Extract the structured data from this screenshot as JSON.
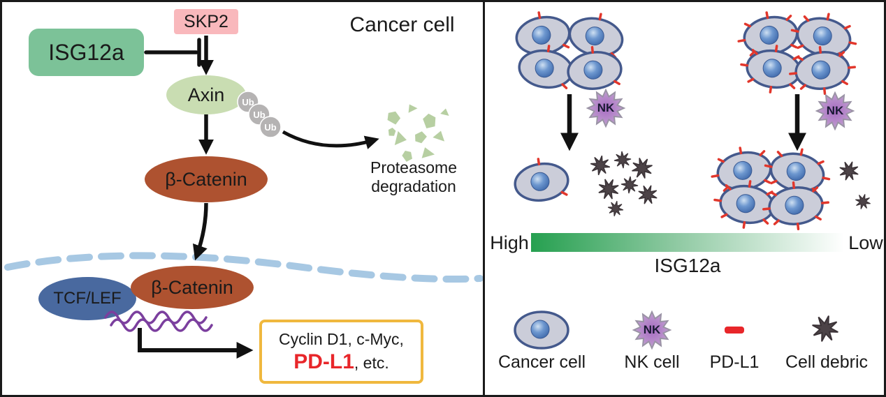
{
  "left_panel": {
    "title": "Cancer cell",
    "isg12a": "ISG12a",
    "skp2": "SKP2",
    "axin": "Axin",
    "ub": "Ub",
    "proteasome": "Proteasome degradation",
    "beta_catenin_cytoplasm": "β-Catenin",
    "beta_catenin_nucleus": "β-Catenin",
    "tcf_lef": "TCF/LEF",
    "target_genes": {
      "line1": "Cyclin D1, c-Myc,",
      "pdl1": "PD-L1",
      "etc": ", etc."
    }
  },
  "right_panel": {
    "nk": "NK",
    "gradient": {
      "left_label": "High",
      "right_label": "Low",
      "axis_label": "ISG12a"
    },
    "legend": [
      {
        "label": "Cancer cell",
        "icon": "cancer-cell-icon"
      },
      {
        "label": "NK cell",
        "icon": "nk-cell-icon"
      },
      {
        "label": "PD-L1",
        "icon": "pdl1-dash-icon"
      },
      {
        "label": "Cell debric",
        "icon": "debris-icon"
      }
    ]
  },
  "colors": {
    "isg12a_box": "#7cc298",
    "skp2_box": "#f9b8bc",
    "axin_ellipse": "#c9ddb2",
    "ubiquitin_gray": "#b5b3b3",
    "beta_catenin": "#ae5230",
    "tcf_lef_blue": "#49699f",
    "membrane_dash": "#a7c8e3",
    "dna_purple": "#7b3f9e",
    "target_box_border": "#f0b83e",
    "pdl1_red": "#e8262a",
    "proteasome_debris_green": "#b7cfa2",
    "gradient_green": "#26a050",
    "nk_purple": "#b687c8",
    "cell_body": "#cbcdd9",
    "cell_border": "#44598c",
    "nucleus_blue": "#4f7fc0",
    "debris_dark": "#4c4347"
  }
}
